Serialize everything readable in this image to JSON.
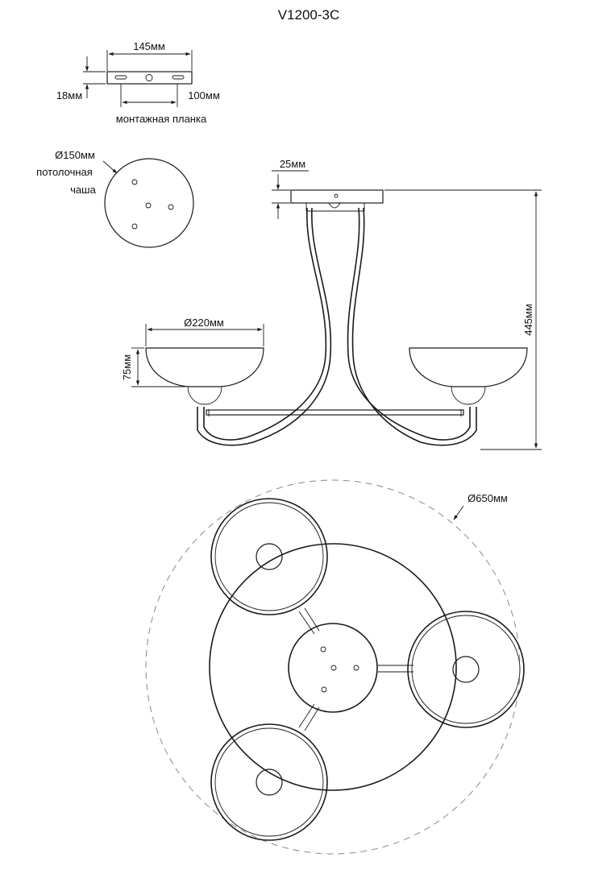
{
  "title": "V1200-3C",
  "mounting_plate": {
    "width_label": "145мм",
    "height_label": "18мм",
    "hole_spacing_label": "100мм",
    "caption": "монтажная планка"
  },
  "ceiling_cup": {
    "diameter_label": "Ø150мм",
    "caption_line1": "потолочная",
    "caption_line2": "чаша"
  },
  "side_view": {
    "canopy_height_label": "25мм",
    "shade_diameter_label": "Ø220мм",
    "shade_height_label": "75мм",
    "total_height_label": "445мм"
  },
  "top_view": {
    "overall_diameter_label": "Ø650мм"
  },
  "colors": {
    "line": "#1a1a1a",
    "dashed": "#888888",
    "background": "#ffffff"
  }
}
